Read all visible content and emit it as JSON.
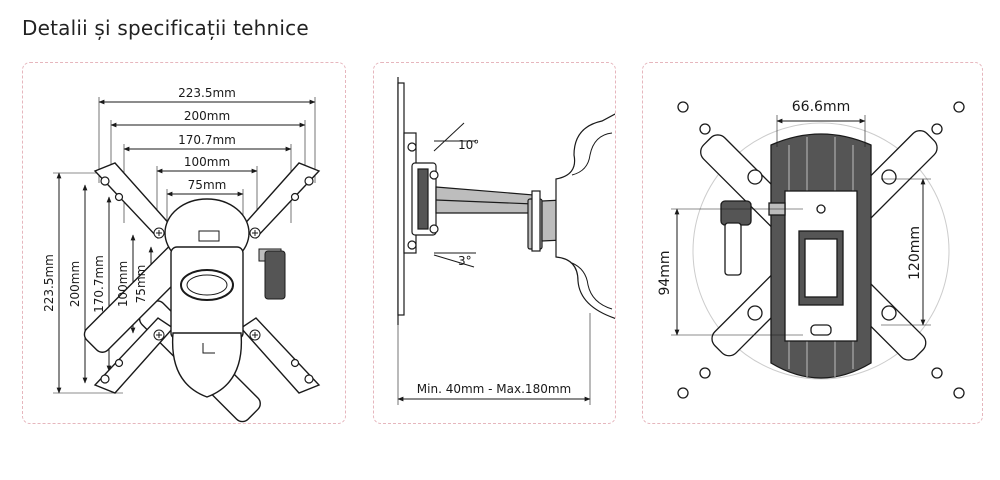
{
  "title": "Detalii și specificații tehnice",
  "front": {
    "h_dims": [
      "223.5mm",
      "200mm",
      "170.7mm",
      "100mm",
      "75mm"
    ],
    "v_dims": [
      "223.5mm",
      "200mm",
      "170.7mm",
      "100mm",
      "75mm"
    ]
  },
  "side": {
    "tilt_up": "10°",
    "tilt_down": "3°",
    "depth": "Min. 40mm - Max.180mm"
  },
  "back": {
    "width": "66.6mm",
    "left_height": "94mm",
    "right_height": "120mm"
  },
  "colors": {
    "panel_border": "#e6b6bd",
    "line": "#1a1a1a",
    "metal_dark": "#555555",
    "metal_light": "#bdbdbd"
  }
}
